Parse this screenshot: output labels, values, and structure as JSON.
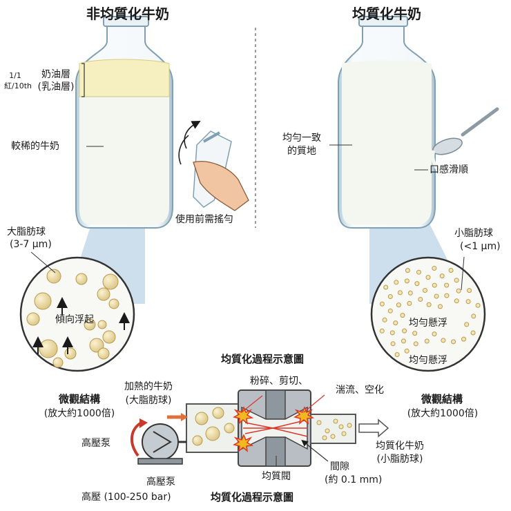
{
  "left": {
    "title": "非均質化牛奶",
    "ratio_line1": "1/1",
    "ratio_line2": "紅/10th",
    "cream_line1": "奶油層",
    "cream_line2": "(乳油層)",
    "thin_milk": "較稀的牛奶",
    "shake": "使用前需搖勻",
    "globule_line1": "大脂肪球",
    "globule_line2": "(3-7 μm)",
    "rising": "傾向浮起",
    "micro_title": "微觀結構",
    "micro_sub": "(放大約1000倍)"
  },
  "right": {
    "title": "均質化牛奶",
    "uniform_line1": "均勻一致",
    "uniform_line2": "的質地",
    "smooth": "口感滑順",
    "globule_line1": "小脂肪球",
    "globule_line2": "(<1 μm)",
    "suspended_1": "均勻懸浮",
    "suspended_2": "均勻懸浮",
    "micro_title": "微觀結構",
    "micro_sub": "(放大約1000倍)"
  },
  "process": {
    "title": "均質化過程示意圖",
    "heated_line1": "加熱的牛奶",
    "heated_line2": "(大脂肪球)",
    "forces_1": "粉碎、剪切、",
    "forces_2": "湍流、空化",
    "pump_side": "高壓泵",
    "pump_line1": "高壓泵",
    "pump_line2": "高壓 (100-250 bar)",
    "bottom_title": "均質化過程示意圖",
    "valve": "均質閥",
    "gap_line1": "間隙",
    "gap_line2": "(約 0.1 mm)",
    "output_line1": "均質化牛奶",
    "output_line2": "(小脂肪球)"
  },
  "colors": {
    "milk": "#f4f6f0",
    "cream": "#f6efbf",
    "glass": "#dbe8ef",
    "zoom_cone": "#bcd3e6",
    "globule": "#eedfa6",
    "arrow_orange": "#e0703a",
    "pump_red": "#c8392b",
    "burst": "#f2b822"
  }
}
